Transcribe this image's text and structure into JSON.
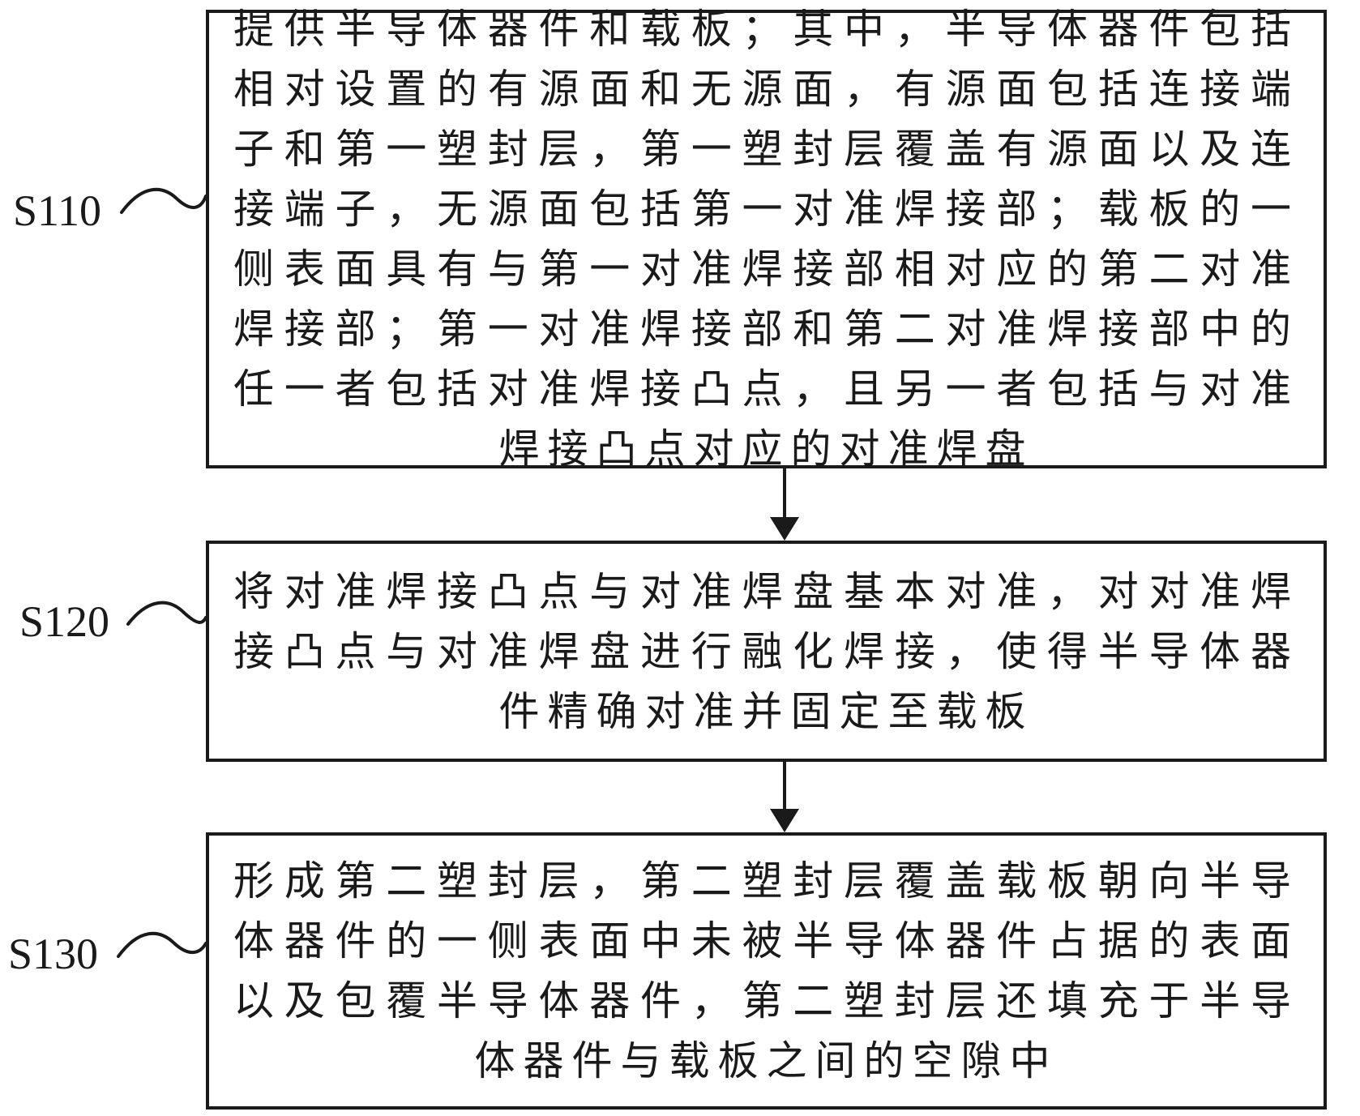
{
  "steps": [
    {
      "id": "S110",
      "label": "S110",
      "text": "提供半导体器件和载板；其中，半导体器件包括相对设置的有源面和无源面，有源面包括连接端子和第一塑封层，第一塑封层覆盖有源面以及连接端子，无源面包括第一对准焊接部；载板的一侧表面具有与第一对准焊接部相对应的第二对准焊接部；第一对准焊接部和第二对准焊接部中的任一者包括对准焊接凸点，且另一者包括与对准焊接凸点对应的对准焊盘"
    },
    {
      "id": "S120",
      "label": "S120",
      "text": "将对准焊接凸点与对准焊盘基本对准，对对准焊接凸点与对准焊盘进行融化焊接，使得半导体器件精确对准并固定至载板"
    },
    {
      "id": "S130",
      "label": "S130",
      "text": "形成第二塑封层，第二塑封层覆盖载板朝向半导体器件的一侧表面中未被半导体器件占据的表面以及包覆半导体器件，第二塑封层还填充于半导体器件与载板之间的空隙中"
    }
  ],
  "colors": {
    "stroke": "#1a1a1a",
    "background": "#ffffff"
  }
}
